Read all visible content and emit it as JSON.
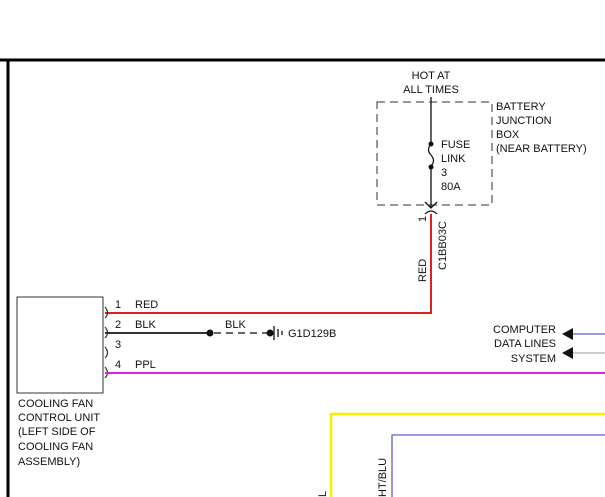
{
  "power_source": {
    "line1": "HOT AT",
    "line2": "ALL TIMES"
  },
  "junction_box": {
    "lines": [
      "BATTERY",
      "JUNCTION",
      "BOX",
      "(NEAR BATTERY)"
    ]
  },
  "fuse": {
    "lines": [
      "FUSE",
      "LINK",
      "3",
      "80A"
    ]
  },
  "connector_top": {
    "pin": "1",
    "id": "C1BB03C",
    "wire": "RED"
  },
  "module": {
    "lines": [
      "COOLING FAN",
      "CONTROL UNIT",
      "(LEFT SIDE OF",
      "COOLING FAN",
      "ASSEMBLY)"
    ]
  },
  "pins": [
    {
      "num": "1",
      "wire": "RED"
    },
    {
      "num": "2",
      "wire": "BLK"
    },
    {
      "num": "3",
      "wire": ""
    },
    {
      "num": "4",
      "wire": "PPL"
    }
  ],
  "ground": {
    "wire": "BLK",
    "id": "G1D129B"
  },
  "data_lines": {
    "lines": [
      "COMPUTER",
      "DATA LINES",
      "SYSTEM"
    ]
  },
  "bottom_labels": {
    "left": "L",
    "right": "HT/BLU"
  },
  "colors": {
    "red": "#e0201c",
    "blk": "#333333",
    "ppl": "#e020e0",
    "yellow": "#f5f000",
    "blue": "#6060d0",
    "gray": "#b0b0b0"
  }
}
